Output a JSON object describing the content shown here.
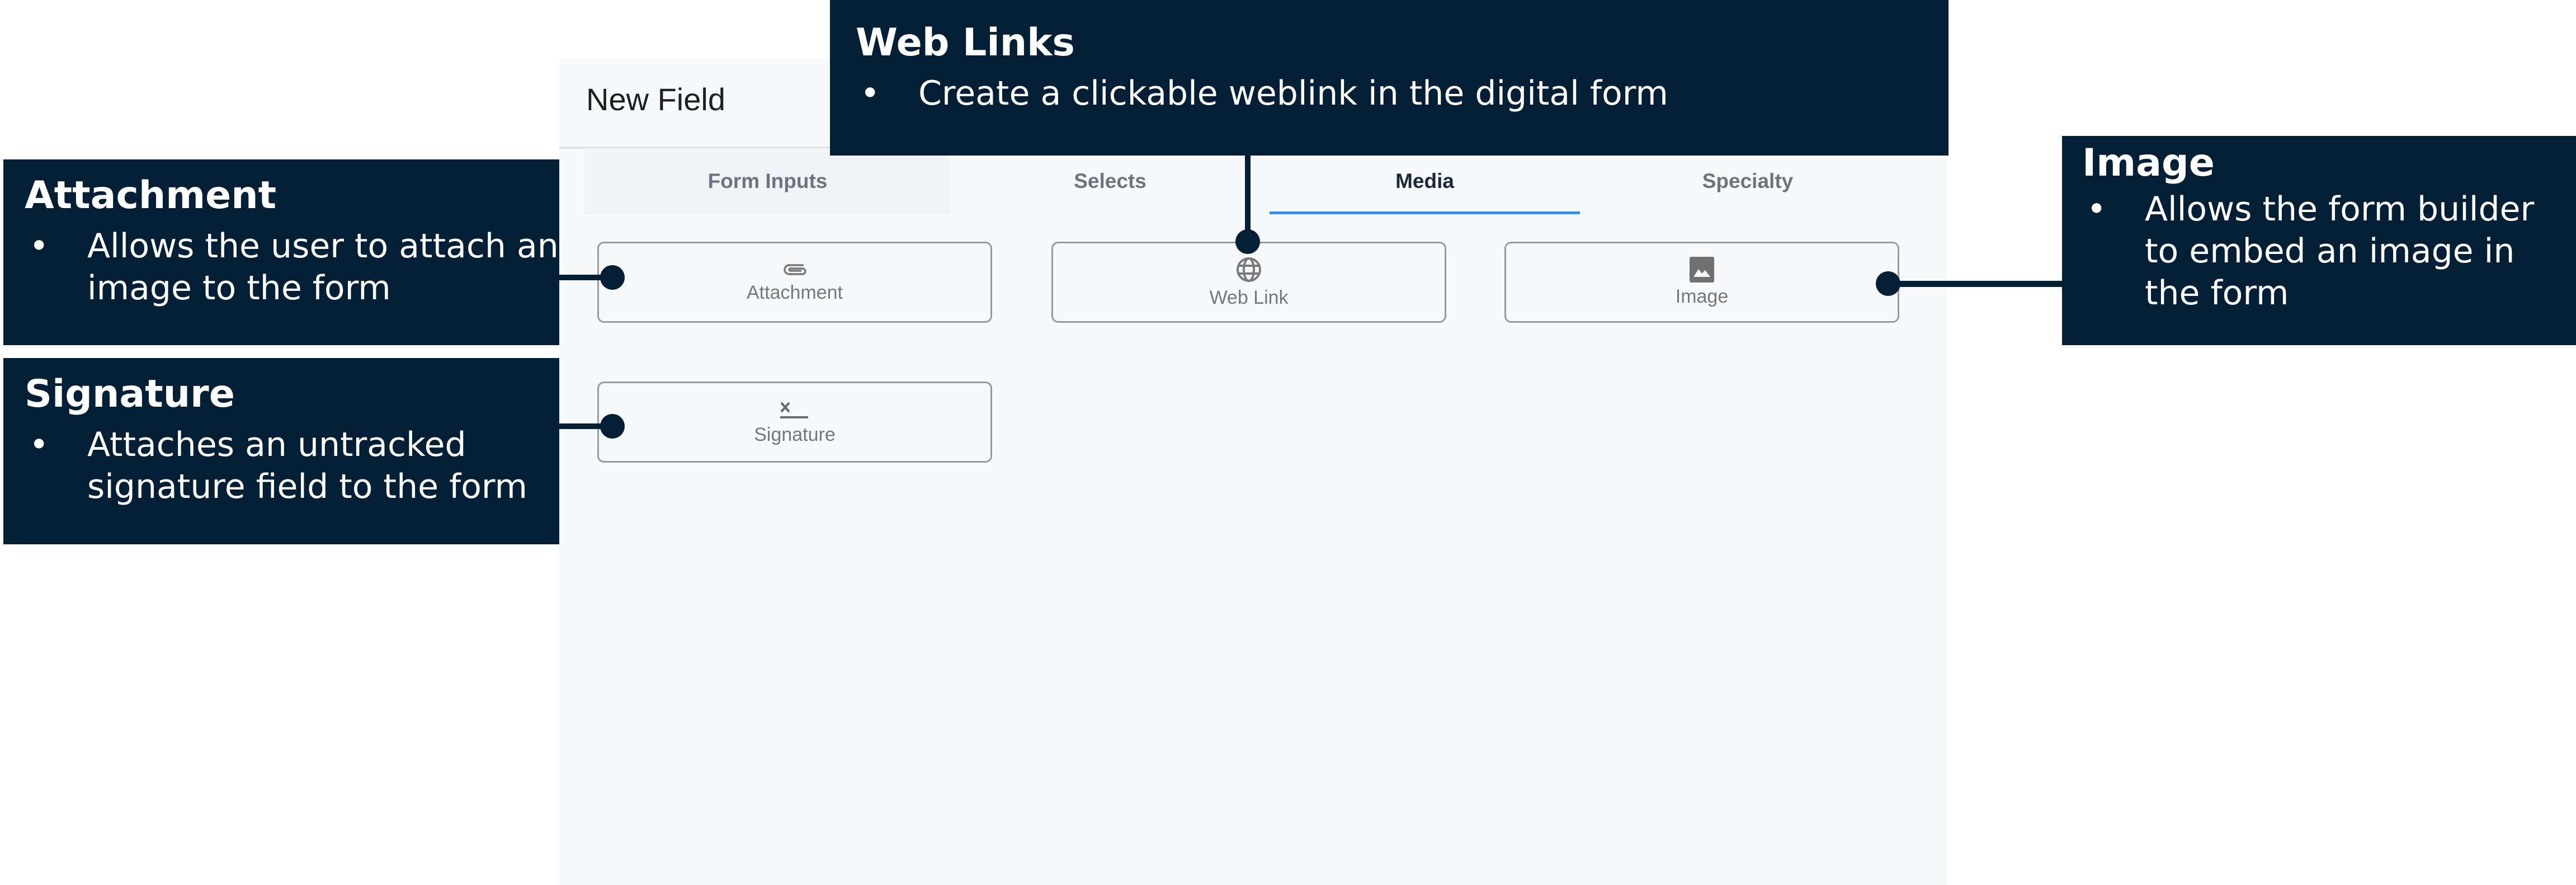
{
  "panel": {
    "title": "New Field",
    "tabs": [
      {
        "label": "Form Inputs",
        "active": false
      },
      {
        "label": "Selects",
        "active": false
      },
      {
        "label": "Media",
        "active": true
      },
      {
        "label": "Specialty",
        "active": false
      }
    ],
    "fields": [
      {
        "label": "Attachment",
        "icon": "paperclip-icon"
      },
      {
        "label": "Web Link",
        "icon": "globe-icon"
      },
      {
        "label": "Image",
        "icon": "image-icon"
      },
      {
        "label": "Signature",
        "icon": "signature-icon"
      }
    ]
  },
  "callouts": {
    "web_links": {
      "title": "Web Links",
      "bullet": "•",
      "text": "Create a clickable weblink in the digital form"
    },
    "attachment": {
      "title": "Attachment",
      "bullet": "•",
      "text": "Allows the user to attach an image to the form"
    },
    "signature": {
      "title": "Signature",
      "bullet": "•",
      "text": "Attaches an untracked signature field to the form"
    },
    "image": {
      "title": "Image",
      "bullet": "•",
      "text": "Allows the form builder to embed an image in the form"
    }
  },
  "colors": {
    "callout_bg": "#031f35",
    "tab_active_underline": "#3b8ee6",
    "panel_bg": "#f8f9fb",
    "button_border": "#9a9a9a"
  }
}
